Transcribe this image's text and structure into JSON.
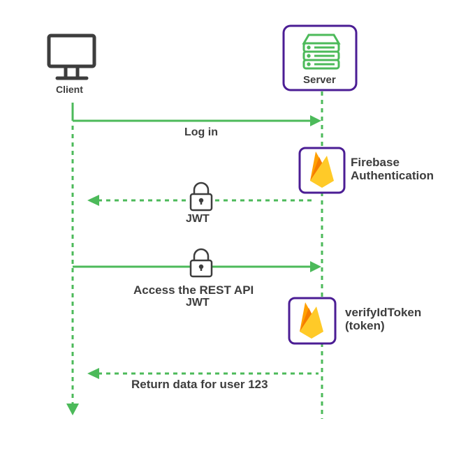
{
  "diagram": {
    "title": "Firebase JWT authentication flow",
    "colors": {
      "arrow": "#4cba5a",
      "text": "#3d3d3d",
      "box_border": "#4b1d94",
      "server_icon": "#4cba5a",
      "monitor": "#3d3d3d",
      "lock": "#3d3d3d",
      "firebase_amber": "#FFA000",
      "firebase_orange": "#F57C00",
      "firebase_yellow": "#FFCA28"
    },
    "actors": {
      "client": {
        "label": "Client",
        "icon": "monitor-icon"
      },
      "server": {
        "label": "Server",
        "icon": "server-icon"
      }
    },
    "services": [
      {
        "label_line1": "Firebase",
        "label_line2": "Authentication",
        "icon": "firebase-icon"
      },
      {
        "label_line1": "verifyIdToken",
        "label_line2": "(token)",
        "icon": "firebase-icon"
      }
    ],
    "messages": [
      {
        "label": "Log in",
        "from": "Client",
        "to": "Server",
        "style": "solid"
      },
      {
        "label": "JWT",
        "from": "Server",
        "to": "Client",
        "style": "dashed",
        "icon": "lock-icon"
      },
      {
        "label_line1": "Access the REST API",
        "label_line2": "JWT",
        "from": "Client",
        "to": "Server",
        "style": "solid",
        "icon": "lock-icon"
      },
      {
        "label": "Return data for user 123",
        "from": "Server",
        "to": "Client",
        "style": "dashed"
      }
    ]
  }
}
